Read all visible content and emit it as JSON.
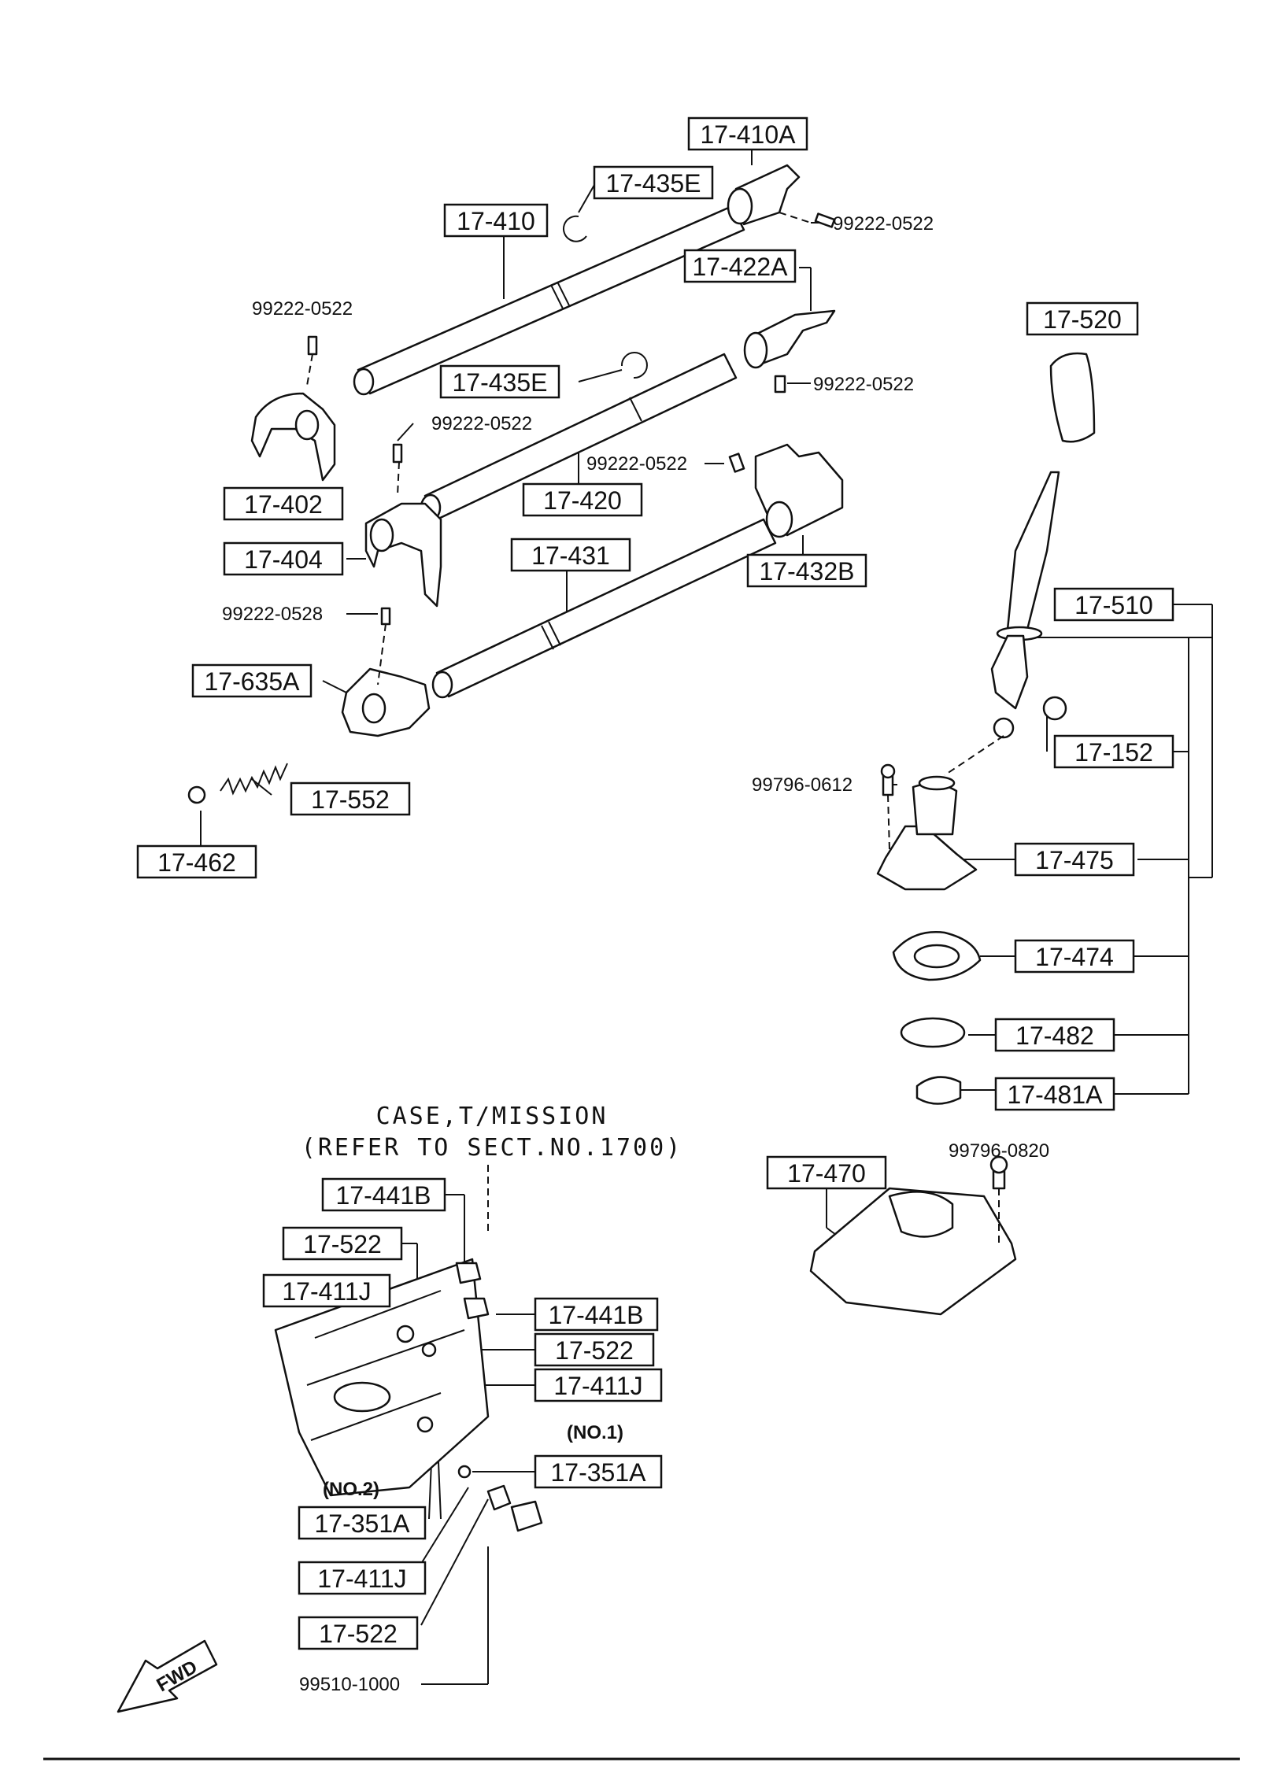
{
  "callouts": {
    "c_410A": "17-410A",
    "c_435E_top": "17-435E",
    "c_410": "17-410",
    "c_422A": "17-422A",
    "c_520": "17-520",
    "c_435E_mid": "17-435E",
    "c_402": "17-402",
    "c_420": "17-420",
    "c_404": "17-404",
    "c_431": "17-431",
    "c_432B": "17-432B",
    "c_510": "17-510",
    "c_635A": "17-635A",
    "c_152": "17-152",
    "c_552": "17-552",
    "c_462": "17-462",
    "c_475": "17-475",
    "c_474": "17-474",
    "c_482": "17-482",
    "c_481A": "17-481A",
    "c_470": "17-470",
    "c_441B_a": "17-441B",
    "c_522_a": "17-522",
    "c_411J_a": "17-411J",
    "c_441B_b": "17-441B",
    "c_522_b": "17-522",
    "c_411J_b": "17-411J",
    "c_351A_a": "17-351A",
    "c_351A_b": "17-351A",
    "c_411J_c": "17-411J",
    "c_522_c": "17-522"
  },
  "part_numbers": {
    "p_0522_a": "99222-0522",
    "p_0522_b": "99222-0522",
    "p_0522_c": "99222-0522",
    "p_0522_d": "99222-0522",
    "p_0522_e": "99222-0522",
    "p_0528": "99222-0528",
    "p_0612": "99796-0612",
    "p_0820": "99796-0820",
    "p_1000": "99510-1000"
  },
  "notes": {
    "case_line1": "CASE,T/MISSION",
    "case_line2": "(REFER TO SECT.NO.1700)",
    "no1": "(NO.1)",
    "no2": "(NO.2)",
    "fwd": "FWD"
  }
}
